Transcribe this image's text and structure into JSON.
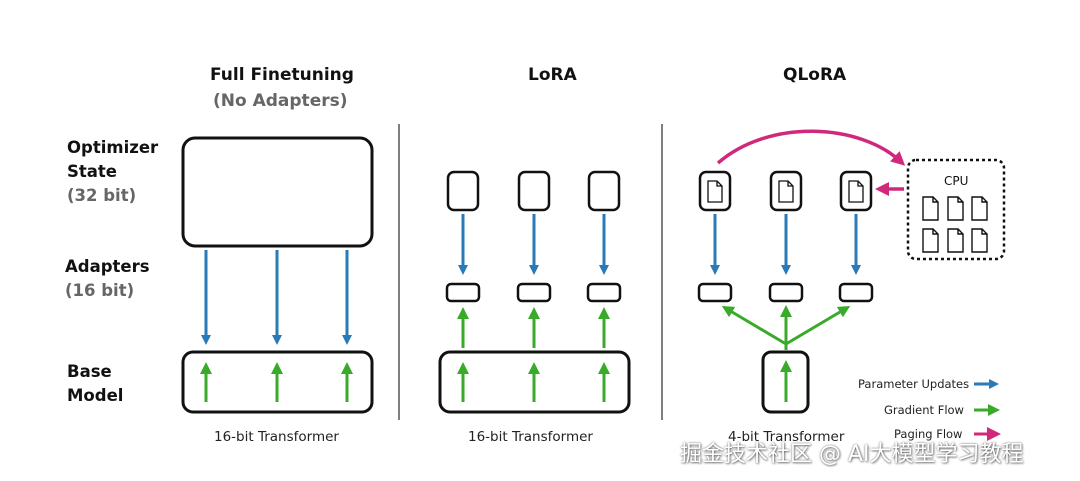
{
  "columns": {
    "full": {
      "title": "Full Finetuning",
      "subtitle": "(No Adapters)",
      "caption": "16-bit Transformer"
    },
    "lora": {
      "title": "LoRA",
      "caption": "16-bit Transformer"
    },
    "qlora": {
      "title": "QLoRA",
      "caption": "4-bit Transformer"
    }
  },
  "row_labels": {
    "optimizer_line1": "Optimizer",
    "optimizer_line2": "State",
    "optimizer_bits": "(32 bit)",
    "adapters": "Adapters",
    "adapters_bits": "(16 bit)",
    "base_line1": "Base",
    "base_line2": "Model"
  },
  "cpu_label": "CPU",
  "legend": {
    "parameter_updates": "Parameter Updates",
    "gradient_flow": "Gradient Flow",
    "paging_flow": "Paging Flow"
  },
  "colors": {
    "parameter_updates": "#2a7ab8",
    "gradient_flow": "#3aaa2a",
    "paging_flow": "#d0287a"
  },
  "watermark": "掘金技术社区 @ AI大模型学习教程"
}
